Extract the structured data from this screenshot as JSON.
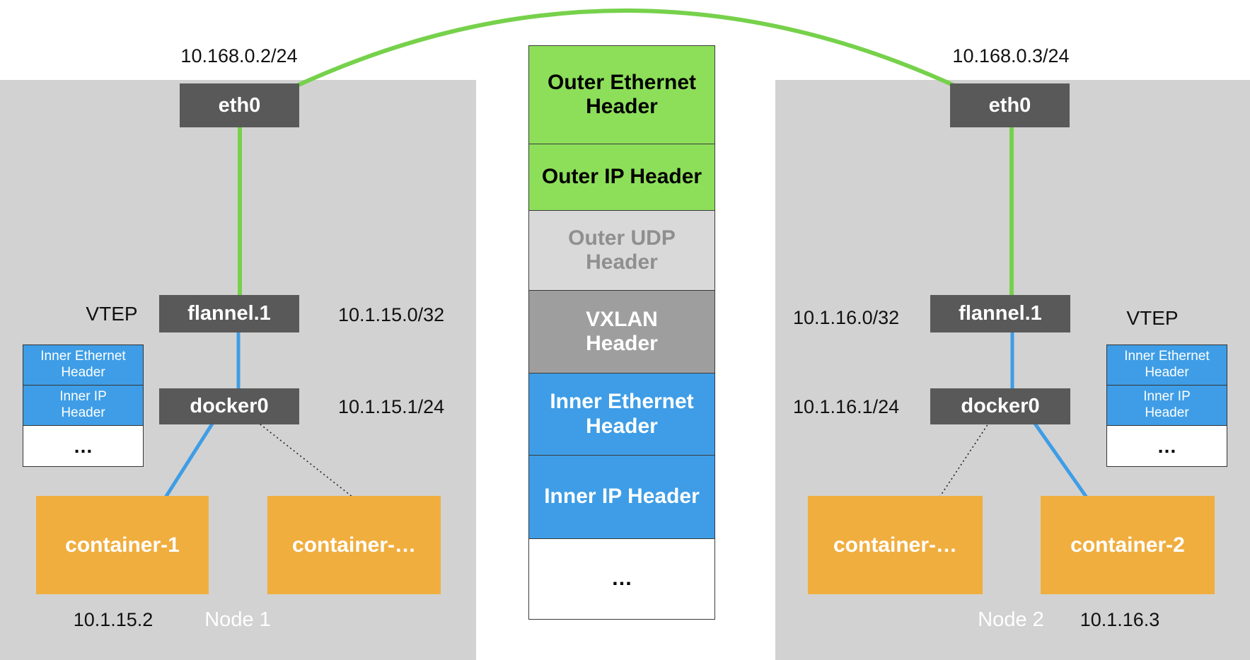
{
  "colors": {
    "node_background": "#d2d2d2",
    "device_box": "#595959",
    "green_box": "#8ddf5a",
    "green_line": "#76d14b",
    "blue": "#3e9de6",
    "orange": "#f0ae3f",
    "udp_gray": "#d9d9d9",
    "vxlan_gray": "#9e9e9e"
  },
  "packet_stack": {
    "outer_ethernet": "Outer Ethernet Header",
    "outer_ip": "Outer IP Header",
    "outer_udp": "Outer UDP Header",
    "vxlan": "VXLAN Header",
    "inner_ethernet": "Inner Ethernet Header",
    "inner_ip": "Inner IP Header",
    "ellipsis": "…"
  },
  "node1": {
    "title": "Node 1",
    "eth0": "eth0",
    "eth0_ip": "10.168.0.2/24",
    "vtep": "VTEP",
    "flannel": "flannel.1",
    "flannel_ip": "10.1.15.0/32",
    "docker": "docker0",
    "docker_ip": "10.1.15.1/24",
    "container_a": "container-1",
    "container_a_ip": "10.1.15.2",
    "container_b": "container-…",
    "inner_packet": {
      "ethernet": "Inner Ethernet Header",
      "ip": "Inner IP Header",
      "ellipsis": "…"
    }
  },
  "node2": {
    "title": "Node 2",
    "eth0": "eth0",
    "eth0_ip": "10.168.0.3/24",
    "vtep": "VTEP",
    "flannel": "flannel.1",
    "flannel_ip": "10.1.16.0/32",
    "docker": "docker0",
    "docker_ip": "10.1.16.1/24",
    "container_a": "container-…",
    "container_b": "container-2",
    "container_b_ip": "10.1.16.3",
    "inner_packet": {
      "ethernet": "Inner Ethernet Header",
      "ip": "Inner IP Header",
      "ellipsis": "…"
    }
  }
}
